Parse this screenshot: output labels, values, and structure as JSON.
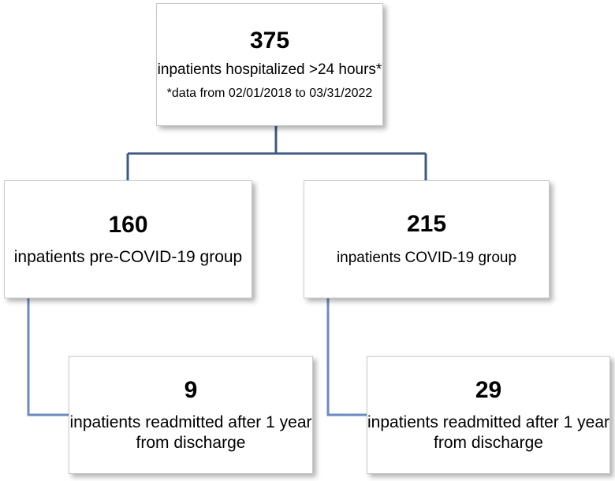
{
  "diagram": {
    "root": {
      "count": "375",
      "description": "inpatients hospitalized >24 hours*",
      "note": "*data from 02/01/2018 to 03/31/2022"
    },
    "left_group": {
      "count": "160",
      "description": "inpatients pre-COVID-19 group"
    },
    "right_group": {
      "count": "215",
      "description": "inpatients COVID-19 group"
    },
    "left_readmitted": {
      "count": "9",
      "description": "inpatients readmitted after 1 year from discharge"
    },
    "right_readmitted": {
      "count": "29",
      "description": "inpatients readmitted after 1 year from discharge"
    },
    "connector_color": "#3d5a80",
    "left_connector_color": "#6a8bbf"
  }
}
